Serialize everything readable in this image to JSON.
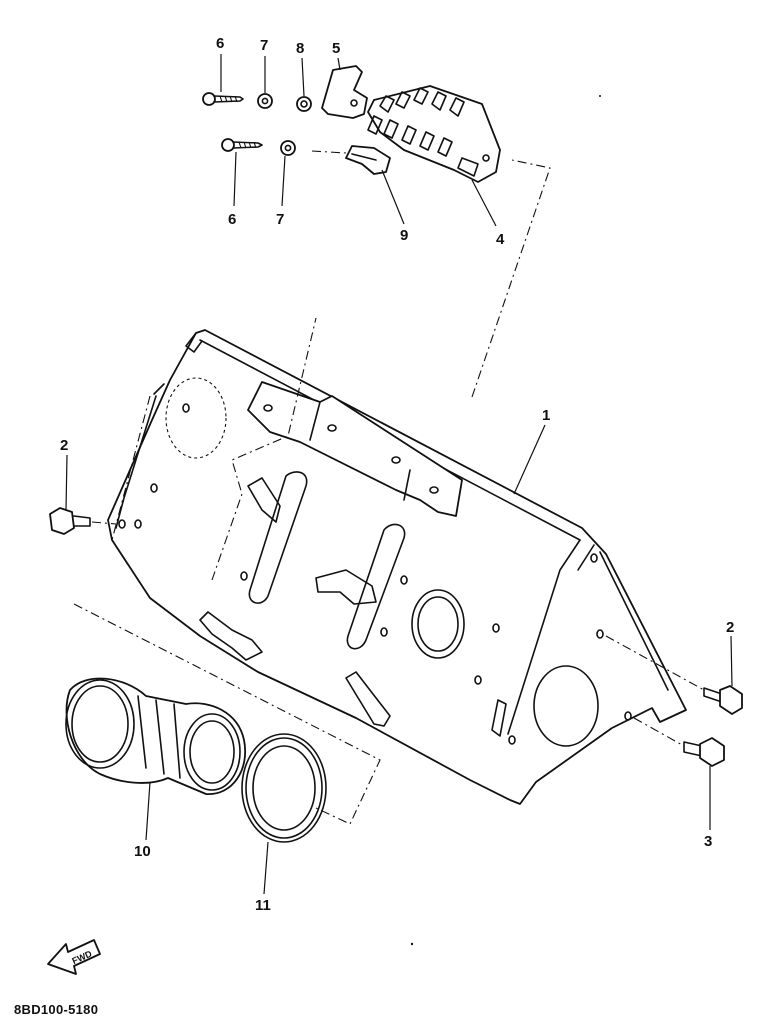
{
  "callouts": {
    "c1": "1",
    "c2a": "2",
    "c2b": "2",
    "c3": "3",
    "c4": "4",
    "c5": "5",
    "c6a": "6",
    "c6b": "6",
    "c7a": "7",
    "c7b": "7",
    "c8": "8",
    "c9": "9",
    "c10": "10",
    "c11": "11"
  },
  "forward_marker": {
    "text": "FWD",
    "icon": "forward-arrow-icon"
  },
  "diagram_code": "8BD100-5180"
}
